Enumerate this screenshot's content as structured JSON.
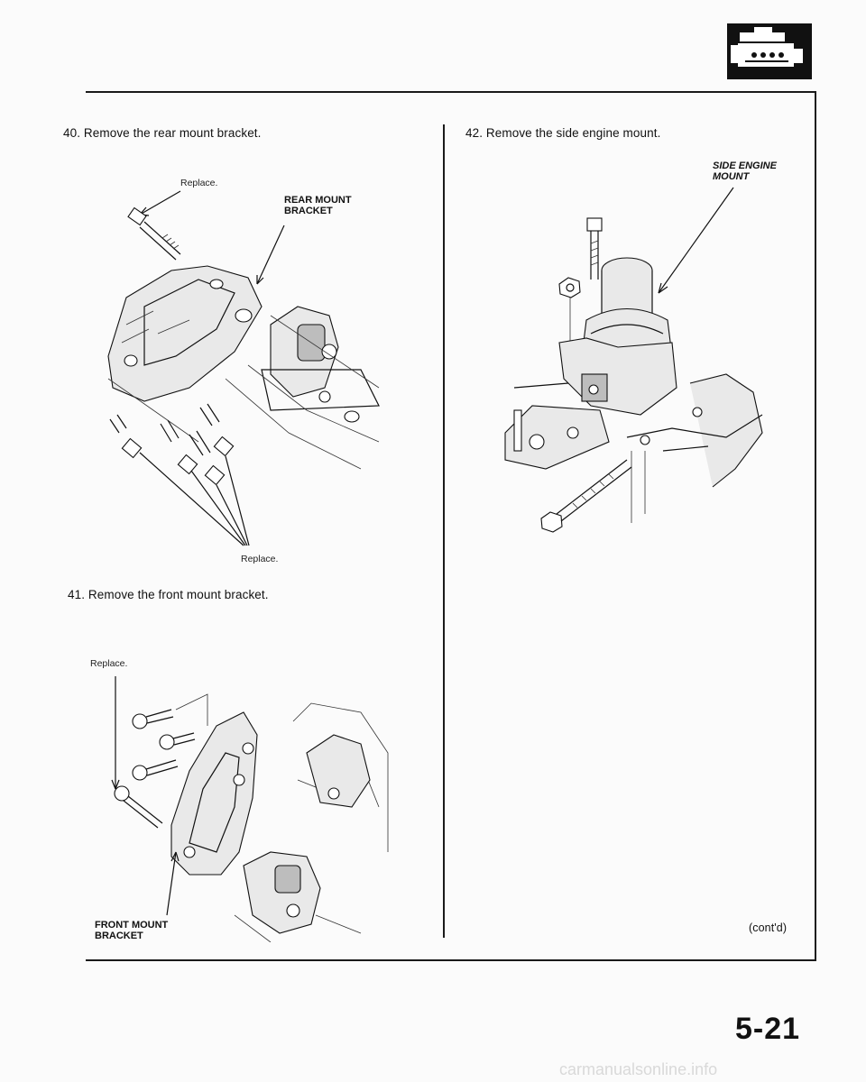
{
  "header": {
    "section_icon": "engine-section-icon"
  },
  "left": {
    "step40": "40. Remove the rear mount bracket.",
    "fig1": {
      "replace_top": "Replace.",
      "bracket_label_1": "REAR MOUNT",
      "bracket_label_2": "BRACKET",
      "replace_bottom": "Replace."
    },
    "step41": "41. Remove the front mount bracket.",
    "fig2": {
      "replace_top": "Replace.",
      "bracket_label_1": "FRONT MOUNT",
      "bracket_label_2": "BRACKET"
    }
  },
  "right": {
    "step42": "42. Remove the side engine mount.",
    "fig3": {
      "mount_label_1": "SIDE ENGINE",
      "mount_label_2": "MOUNT"
    },
    "contd": "(cont'd)"
  },
  "footer": {
    "page_number": "5-21"
  },
  "watermark": "carmanualsonline.info"
}
